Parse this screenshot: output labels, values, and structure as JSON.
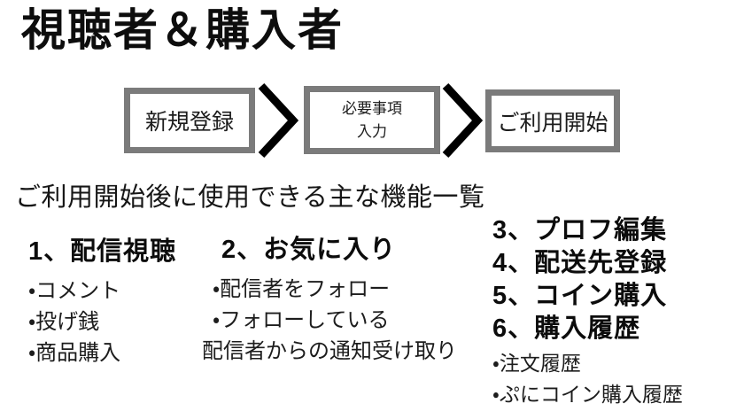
{
  "page": {
    "title": "視聴者＆購入者",
    "features_heading": "ご利用開始後に使用できる主な機能一覧"
  },
  "flow": {
    "steps": [
      {
        "name": "register",
        "lines": [
          "新規登録"
        ]
      },
      {
        "name": "enter-required-info",
        "lines": [
          "必要事項",
          "入力"
        ]
      },
      {
        "name": "start-using",
        "lines": [
          "ご利用開始"
        ]
      }
    ]
  },
  "features": {
    "columns": [
      {
        "blocks": [
          {
            "heading": "1、配信視聴",
            "items": [
              "・コメント",
              "・投げ銭",
              "・商品購入"
            ]
          }
        ]
      },
      {
        "blocks": [
          {
            "heading": "2、お気に入り",
            "items": [
              "・配信者をフォロー",
              "・フォローしている",
              "配信者からの通知受け取り"
            ]
          }
        ]
      },
      {
        "blocks": [
          {
            "heading": "3、プロフ編集",
            "items": []
          },
          {
            "heading": "4、配送先登録",
            "items": []
          },
          {
            "heading": "5、コイン購入",
            "items": []
          },
          {
            "heading": "6、購入履歴",
            "items": [
              "・注文履歴",
              "・ぷにコイン購入履歴"
            ]
          }
        ]
      }
    ]
  },
  "colors": {
    "background": "#ffffff",
    "text": "#111111",
    "box_border": "#7b7b7b",
    "chevron": "#000000"
  }
}
